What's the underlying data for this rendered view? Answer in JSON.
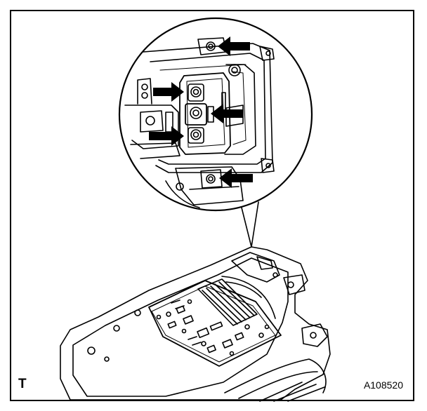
{
  "labels": {
    "corner_mark": "T",
    "figure_id": "A108520"
  },
  "colors": {
    "line": "#000000",
    "background": "#ffffff"
  },
  "callouts": {
    "count": 5,
    "icon": "arrow-icon"
  }
}
